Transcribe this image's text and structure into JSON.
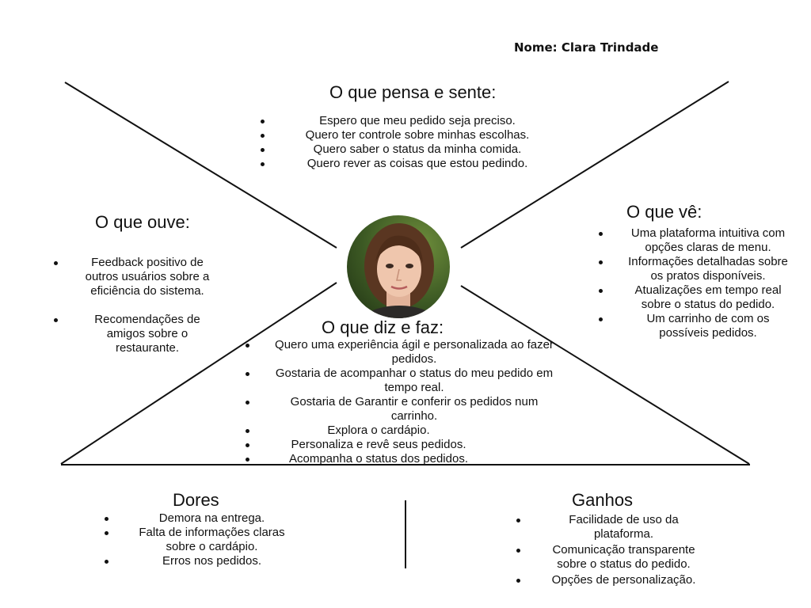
{
  "persona": {
    "name_label": "Nome: Clara Trindade"
  },
  "thinks_feels": {
    "title": "O que pensa e sente:",
    "items": [
      "Espero que meu pedido seja preciso.",
      "Quero ter controle sobre minhas escolhas.",
      "Quero saber o status da minha comida.",
      "Quero rever as coisas que estou pedindo."
    ]
  },
  "hears": {
    "title": "O que ouve:",
    "items": [
      "Feedback positivo de outros usuários sobre a eficiência do sistema.",
      "Recomendações de amigos sobre o restaurante."
    ]
  },
  "sees": {
    "title": "O que vê:",
    "items": [
      "Uma plataforma intuitiva com opções claras de menu.",
      "Informações detalhadas sobre os pratos disponíveis.",
      "Atualizações em tempo real sobre o status do pedido.",
      "Um carrinho de com os possíveis pedidos."
    ]
  },
  "says_does": {
    "title": "O que diz e faz:",
    "items": [
      "Quero uma experiência ágil e personalizada ao fazer pedidos.",
      "Gostaria de acompanhar o status do meu pedido em tempo real.",
      "Gostaria de Garantir e conferir os pedidos num carrinho.",
      "Explora o cardápio.",
      "Personaliza e revê seus pedidos.",
      "Acompanha o status dos pedidos."
    ]
  },
  "pains": {
    "title": "Dores",
    "items": [
      "Demora na entrega.",
      "Falta de informações claras sobre o cardápio.",
      "Erros nos pedidos."
    ]
  },
  "gains": {
    "title": "Ganhos",
    "items": [
      "Facilidade de uso da plataforma.",
      "Comunicação transparente sobre o status do pedido.",
      "Opções de personalização."
    ]
  }
}
